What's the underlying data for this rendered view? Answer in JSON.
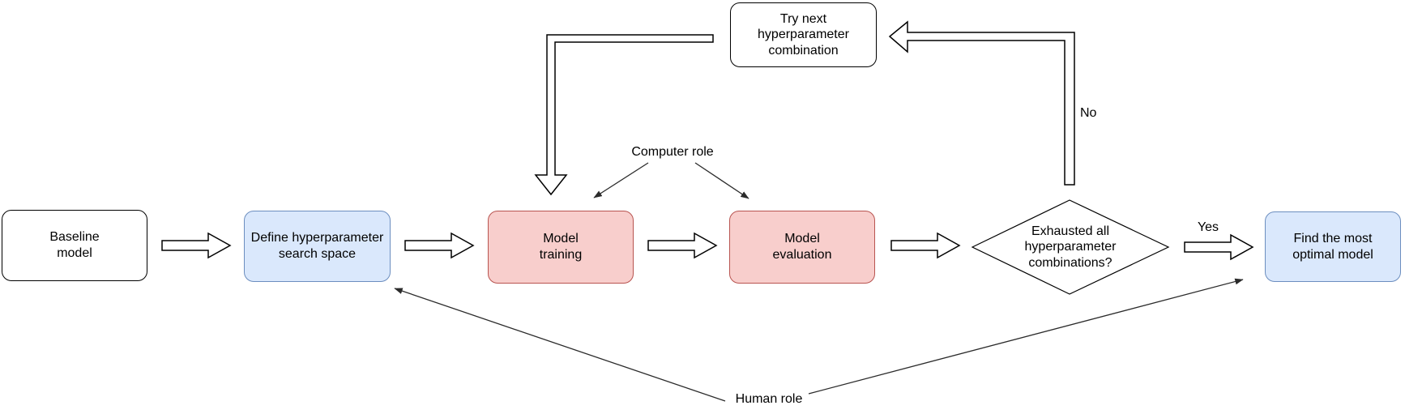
{
  "nodes": {
    "baseline": {
      "label": "Baseline\nmodel"
    },
    "define": {
      "label": "Define hyperparameter\nsearch space"
    },
    "training": {
      "label": "Model\ntraining"
    },
    "evaluation": {
      "label": "Model\nevaluation"
    },
    "decision": {
      "label": "Exhausted all\nhyperparameter\ncombinations?"
    },
    "find": {
      "label": "Find the most\noptimal model"
    },
    "try_next": {
      "label": "Try next\nhyperparameter\ncombination"
    }
  },
  "edge_labels": {
    "yes": "Yes",
    "no": "No"
  },
  "annotations": {
    "computer_role": "Computer role",
    "human_role": "Human role"
  },
  "colors": {
    "white_fill": "#FFFFFF",
    "black": "#000000",
    "blue_fill": "#DAE8FC",
    "blue_border": "#6C8EBF",
    "red_fill": "#F8CECC",
    "red_border": "#B85450",
    "arrow_outline": "#000000",
    "thin_arrow": "#2B2B2B"
  }
}
